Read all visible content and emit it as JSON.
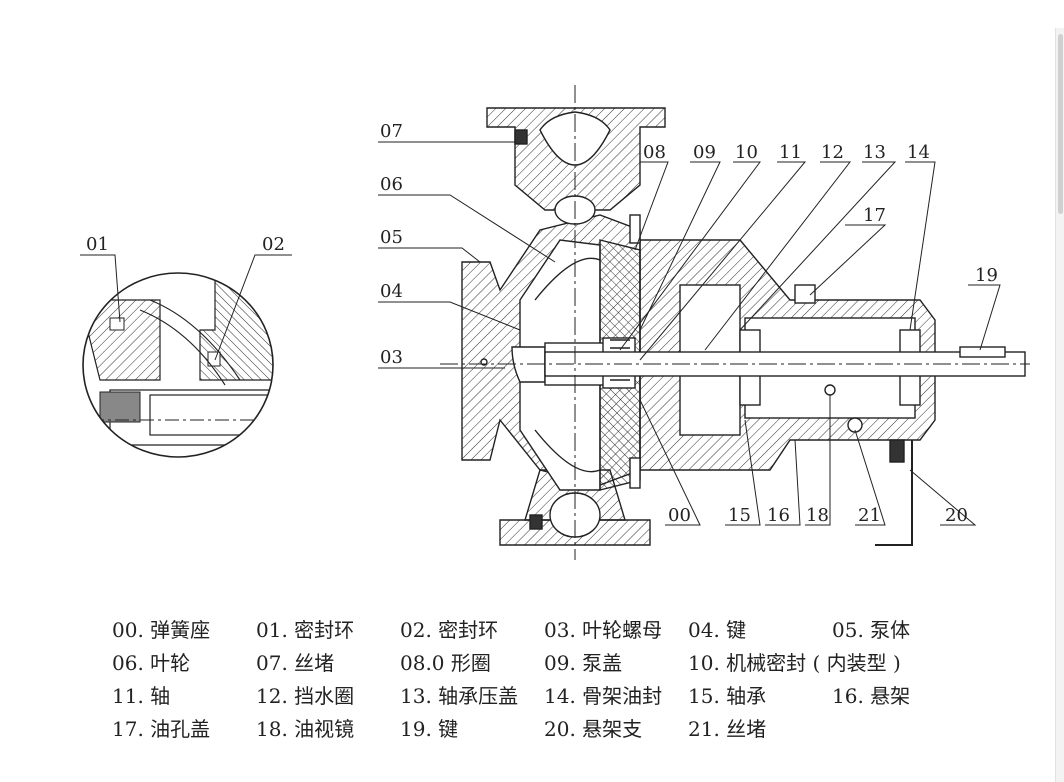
{
  "callouts": {
    "c07": "07",
    "c08": "08",
    "c09": "09",
    "c10": "10",
    "c11": "11",
    "c12": "12",
    "c13": "13",
    "c14": "14",
    "c17": "17",
    "c06": "06",
    "c05": "05",
    "c04": "04",
    "c03": "03",
    "c19": "19",
    "c00": "00",
    "c15": "15",
    "c16": "16",
    "c18": "18",
    "c21": "21",
    "c20": "20",
    "c01": "01",
    "c02": "02"
  },
  "legend": [
    [
      "00. 弹簧座",
      "01. 密封环",
      "02. 密封环",
      "03. 叶轮螺母",
      "04. 键",
      "05. 泵体"
    ],
    [
      "06. 叶轮",
      "07. 丝堵",
      "08.0 形圈",
      "09. 泵盖",
      "10. 机械密封 ( 内装型 )"
    ],
    [
      "11. 轴",
      "12. 挡水圈",
      "13. 轴承压盖",
      "14. 骨架油封",
      "15. 轴承",
      "16. 悬架"
    ],
    [
      "17. 油孔盖",
      "18. 油视镜",
      "19. 键",
      "20. 悬架支",
      "21. 丝堵"
    ]
  ]
}
